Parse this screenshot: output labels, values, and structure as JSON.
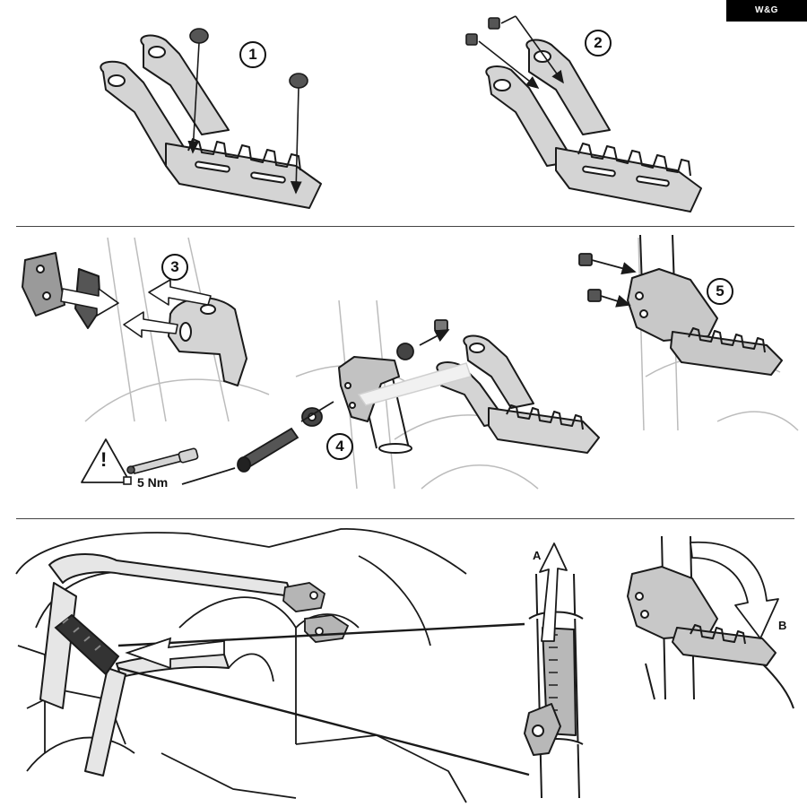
{
  "brand": {
    "label": "W&G"
  },
  "steps": {
    "s1": "1",
    "s2": "2",
    "s3": "3",
    "s4": "4",
    "s5": "5"
  },
  "warning": {
    "torque": "5 Nm",
    "symbol": "!"
  },
  "directions": {
    "a": "A",
    "b": "B"
  },
  "colors": {
    "line": "#1a1a1a",
    "metal": "#cfcfcf",
    "metal_dark": "#9a9a9a",
    "ghost": "#e6e6e6",
    "background": "#ffffff"
  }
}
